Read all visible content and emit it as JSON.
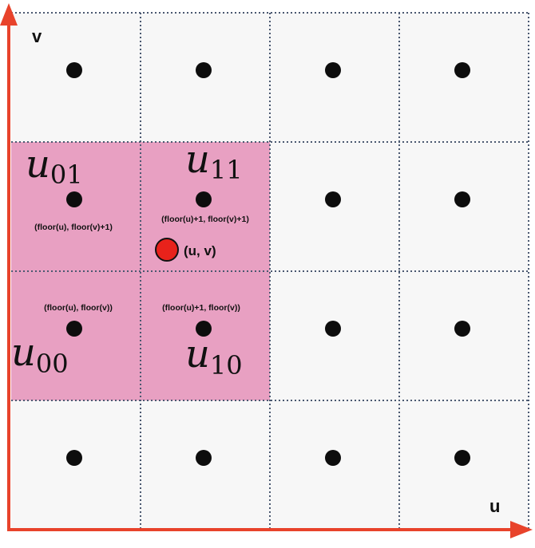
{
  "axes": {
    "x_label": "u",
    "y_label": "v",
    "color": "#e8432b"
  },
  "grid": {
    "rows": 4,
    "cols": 4,
    "line_color": "#4a5870",
    "cell_color": "#f7f7f7",
    "highlight_color": "#e8a0c2",
    "highlight_cells": [
      [
        1,
        0
      ],
      [
        1,
        1
      ],
      [
        2,
        0
      ],
      [
        2,
        1
      ]
    ]
  },
  "point": {
    "label": "(u, v)",
    "fill": "#e8221b"
  },
  "corner_labels": {
    "u01": {
      "base": "u",
      "sub": "01"
    },
    "u11": {
      "base": "u",
      "sub": "11"
    },
    "u00": {
      "base": "u",
      "sub": "00"
    },
    "u10": {
      "base": "u",
      "sub": "10"
    }
  },
  "coord_labels": {
    "c01": "(floor(u), floor(v)+1)",
    "c11": "(floor(u)+1, floor(v)+1)",
    "c00": "(floor(u), floor(v))",
    "c10": "(floor(u)+1, floor(v))"
  }
}
